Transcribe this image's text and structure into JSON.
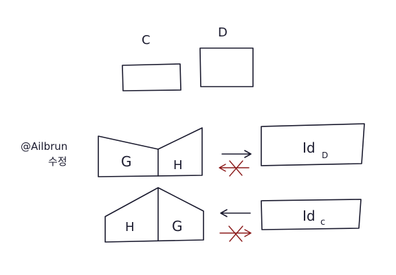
{
  "labels": {
    "box_c": "C",
    "box_d": "D",
    "note": "@Ailbrun",
    "note_suffix": "수정",
    "seg_g1": "G",
    "seg_h1": "H",
    "seg_h2": "H",
    "seg_g2": "G",
    "id_d_main": "Id",
    "id_d_sub": "D",
    "id_c_main": "Id",
    "id_c_sub": "c"
  },
  "colors": {
    "ink": "#1a1a2e",
    "crossed_arrow": "#8b1a1a"
  }
}
